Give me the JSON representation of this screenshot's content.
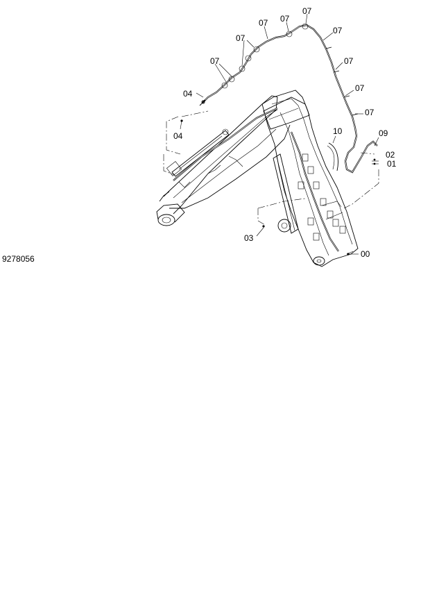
{
  "figure_id": "9278056",
  "callouts": {
    "c07a": "07",
    "c07b": "07",
    "c07c": "07",
    "c07d": "07",
    "c07e": "07",
    "c07f": "07",
    "c07g": "07",
    "c07h": "07",
    "c07i": "07",
    "c04a": "04",
    "c04b": "04",
    "c10": "10",
    "c09": "09",
    "c02": "02",
    "c01": "01",
    "c03": "03",
    "c00": "00"
  }
}
